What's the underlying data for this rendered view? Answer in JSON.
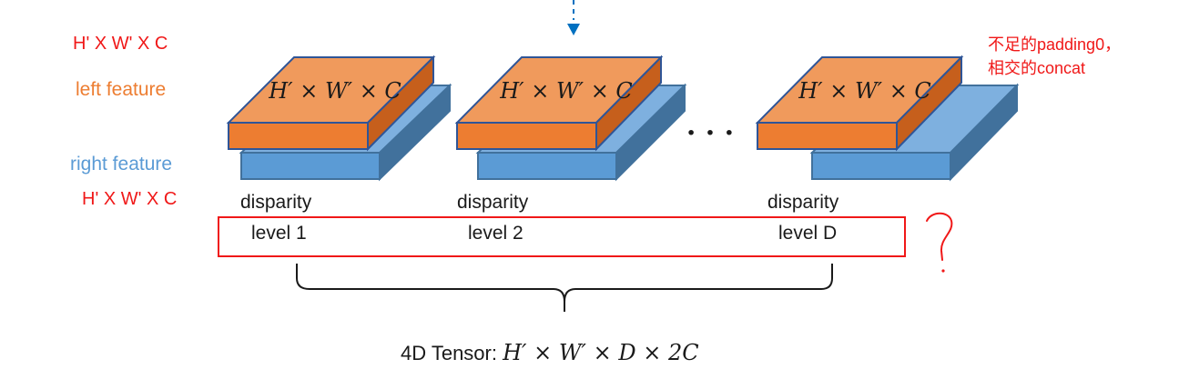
{
  "labels": {
    "orange_dim": "H' X W' X C",
    "left_feature": "left feature",
    "right_feature": "right feature",
    "blue_dim": "H' X W' X C",
    "annotation_line1": "不足的padding0，",
    "annotation_line2": "相交的concat",
    "question_mark": "?"
  },
  "block_face_label": "H′ × W′ × C",
  "ellipsis": "· · ·",
  "levels": [
    {
      "top": "disparity",
      "bottom": "level 1"
    },
    {
      "top": "disparity",
      "bottom": "level 2"
    },
    {
      "top": "disparity",
      "bottom": "level D"
    }
  ],
  "tensor": {
    "prefix": "4D Tensor: ",
    "formula": "H′ × W′ × D × 2C"
  },
  "colors": {
    "orange": "#ed7d31",
    "orange_top": "#f09a5c",
    "orange_side": "#c65f1c",
    "blue": "#5b9bd5",
    "blue_top": "#7eb0df",
    "blue_side": "#41719c",
    "annotation_red": "#f01818",
    "arrow_blue": "#0070c0"
  }
}
